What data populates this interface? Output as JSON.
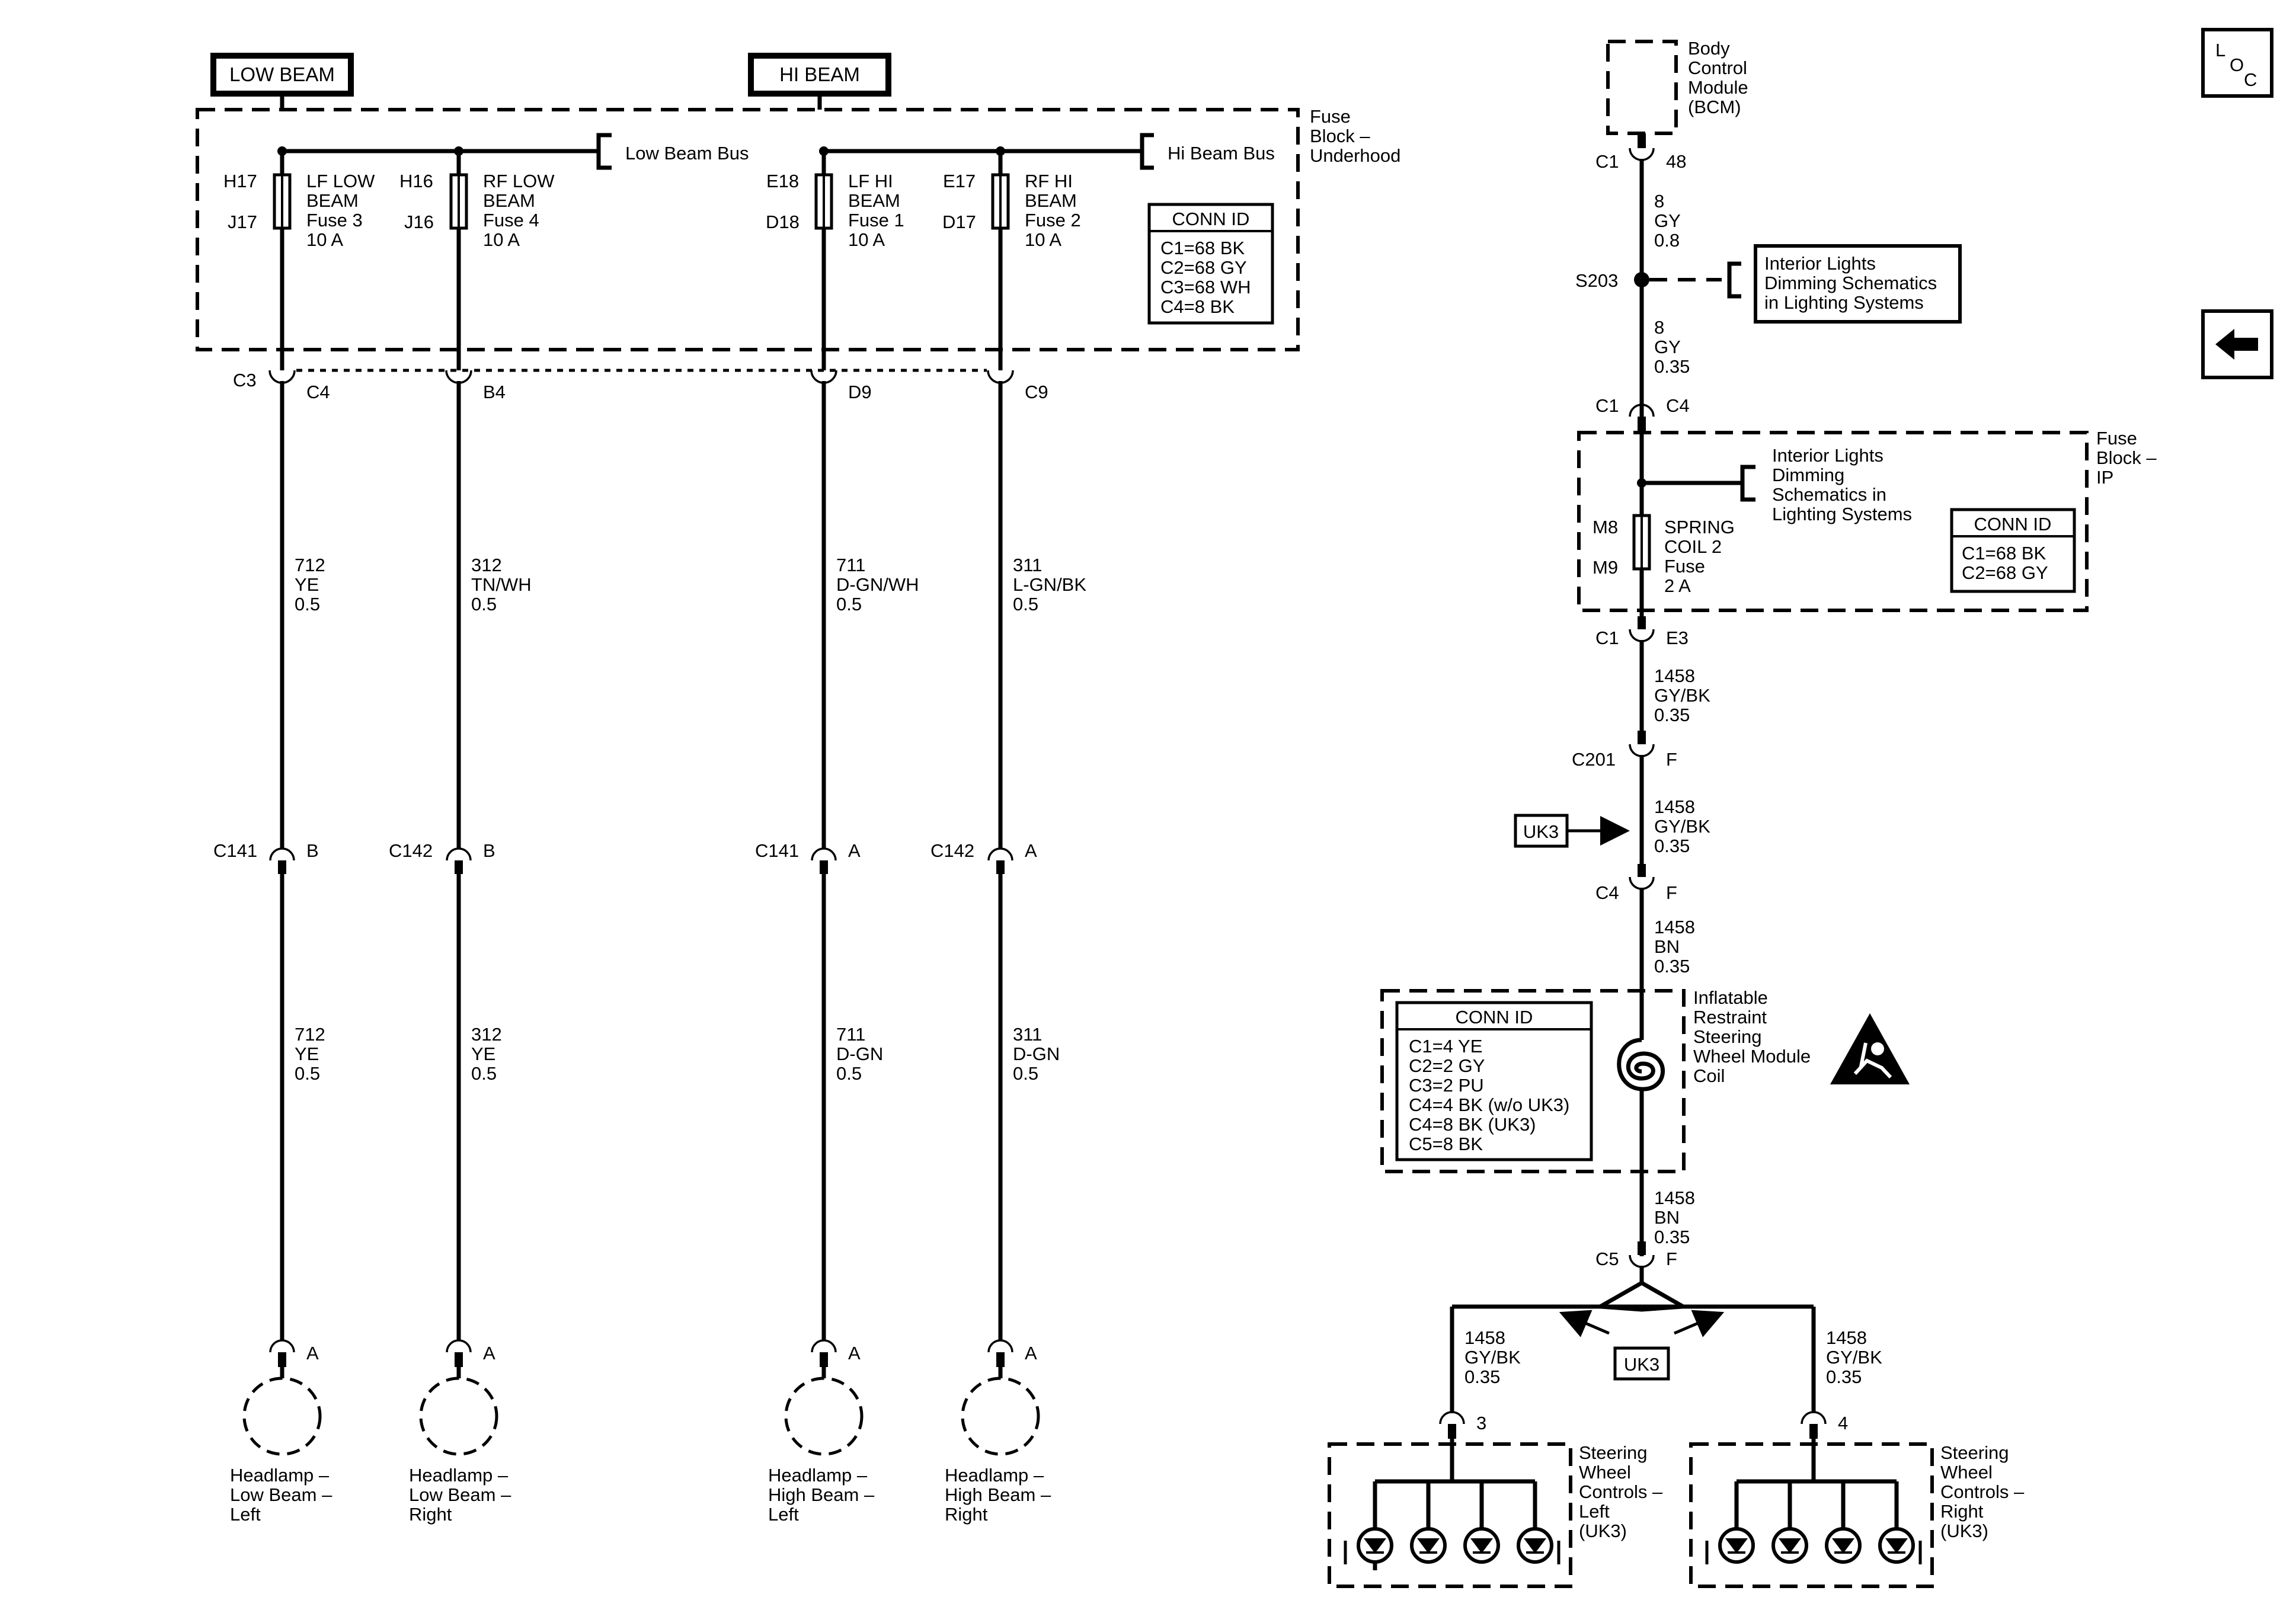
{
  "titles": {
    "low_beam": "LOW BEAM",
    "hi_beam": "HI BEAM"
  },
  "nav": {
    "loc_l": "L",
    "loc_o": "O",
    "loc_c": "C",
    "back_icon": "left-arrow-icon"
  },
  "fuse_block_underhood": {
    "label": [
      "Fuse",
      "Block –",
      "Underhood"
    ],
    "low_bus": "Low Beam Bus",
    "hi_bus": "Hi Beam Bus",
    "conn_id": {
      "title": "CONN ID",
      "lines": [
        "C1=68 BK",
        "C2=68 GY",
        "C3=68 WH",
        "C4=8 BK"
      ]
    }
  },
  "fuses": [
    {
      "top_pin": "H17",
      "bottom_pin": "J17",
      "lines": [
        "LF LOW",
        "BEAM",
        "Fuse 3",
        "10 A"
      ]
    },
    {
      "top_pin": "H16",
      "bottom_pin": "J16",
      "lines": [
        "RF LOW",
        "BEAM",
        "Fuse 4",
        "10 A"
      ]
    },
    {
      "top_pin": "E18",
      "bottom_pin": "D18",
      "lines": [
        "LF HI",
        "BEAM",
        "Fuse 1",
        "10 A"
      ]
    },
    {
      "top_pin": "E17",
      "bottom_pin": "D17",
      "lines": [
        "RF HI",
        "BEAM",
        "Fuse 2",
        "10 A"
      ]
    }
  ],
  "connector_row": {
    "c3": "C3",
    "pins": [
      "C4",
      "B4",
      "D9",
      "C9"
    ]
  },
  "wires_upper": [
    [
      "712",
      "YE",
      "0.5"
    ],
    [
      "312",
      "TN/WH",
      "0.5"
    ],
    [
      "711",
      "D-GN/WH",
      "0.5"
    ],
    [
      "311",
      "L-GN/BK",
      "0.5"
    ]
  ],
  "inline_connectors": [
    {
      "name": "C141",
      "pin": "B"
    },
    {
      "name": "C142",
      "pin": "B"
    },
    {
      "name": "C141",
      "pin": "A"
    },
    {
      "name": "C142",
      "pin": "A"
    }
  ],
  "wires_lower": [
    [
      "712",
      "YE",
      "0.5"
    ],
    [
      "312",
      "YE",
      "0.5"
    ],
    [
      "711",
      "D-GN",
      "0.5"
    ],
    [
      "311",
      "D-GN",
      "0.5"
    ]
  ],
  "headlamps": [
    {
      "pin": "A",
      "lines": [
        "Headlamp –",
        "Low Beam –",
        "Left"
      ]
    },
    {
      "pin": "A",
      "lines": [
        "Headlamp –",
        "Low Beam –",
        "Right"
      ]
    },
    {
      "pin": "A",
      "lines": [
        "Headlamp –",
        "High Beam –",
        "Left"
      ]
    },
    {
      "pin": "A",
      "lines": [
        "Headlamp –",
        "High Beam –",
        "Right"
      ]
    }
  ],
  "bcm": {
    "lines": [
      "Body",
      "Control",
      "Module",
      "(BCM)"
    ],
    "conn": "C1",
    "pin": "48"
  },
  "bcm_wire": [
    "8",
    "GY",
    "0.8"
  ],
  "splice": {
    "name": "S203",
    "ref": [
      "Interior Lights",
      "Dimming Schematics",
      "in Lighting Systems"
    ]
  },
  "splice_wire": [
    "8",
    "GY",
    "0.35"
  ],
  "ip_entry": {
    "conn": "C1",
    "pin": "C4"
  },
  "fuse_block_ip": {
    "label": [
      "Fuse",
      "Block –",
      "IP"
    ],
    "ref": [
      "Interior Lights",
      "Dimming",
      "Schematics in",
      "Lighting Systems"
    ],
    "fuse": {
      "top_pin": "M8",
      "bottom_pin": "M9",
      "lines": [
        "SPRING",
        "COIL 2",
        "Fuse",
        "2 A"
      ]
    },
    "conn_id": {
      "title": "CONN ID",
      "lines": [
        "C1=68 BK",
        "C2=68 GY"
      ]
    }
  },
  "ip_exit": {
    "conn": "C1",
    "pin": "E3"
  },
  "wire_1458_a": [
    "1458",
    "GY/BK",
    "0.35"
  ],
  "c201": {
    "conn": "C201",
    "pin": "F"
  },
  "uk3_label": "UK3",
  "wire_1458_b": [
    "1458",
    "GY/BK",
    "0.35"
  ],
  "c4": {
    "conn": "C4",
    "pin": "F"
  },
  "wire_1458_c": [
    "1458",
    "BN",
    "0.35"
  ],
  "coil": {
    "lines": [
      "Inflatable",
      "Restraint",
      "Steering",
      "Wheel Module",
      "Coil"
    ],
    "conn_id": {
      "title": "CONN ID",
      "lines": [
        "C1=4 YE",
        "C2=2 GY",
        "C3=2 PU",
        "C4=4 BK (w/o UK3)",
        "C4=8 BK (UK3)",
        "C5=8 BK"
      ]
    }
  },
  "wire_1458_d": [
    "1458",
    "BN",
    "0.35"
  ],
  "c5": {
    "conn": "C5",
    "pin": "F"
  },
  "branch_wires": [
    [
      "1458",
      "GY/BK",
      "0.35"
    ],
    [
      "1458",
      "GY/BK",
      "0.35"
    ]
  ],
  "swc_left": {
    "pin": "3",
    "lines": [
      "Steering",
      "Wheel",
      "Controls –",
      "Left",
      "(UK3)"
    ]
  },
  "swc_right": {
    "pin": "4",
    "lines": [
      "Steering",
      "Wheel",
      "Controls –",
      "Right",
      "(UK3)"
    ]
  }
}
